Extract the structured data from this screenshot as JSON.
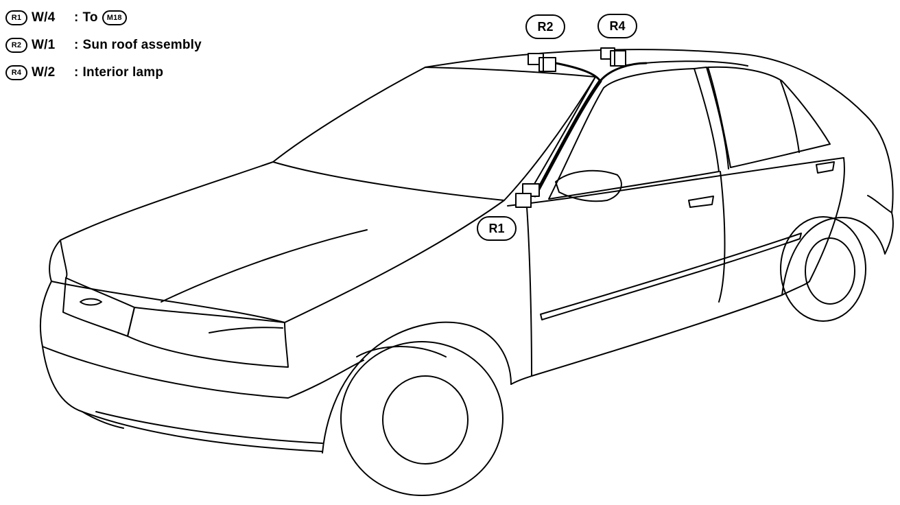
{
  "legend": [
    {
      "connector": "R1",
      "wire": "W/4",
      "description": "To",
      "ref": "M18"
    },
    {
      "connector": "R2",
      "wire": "W/1",
      "description": "Sun roof assembly"
    },
    {
      "connector": "R4",
      "wire": "W/2",
      "description": "Interior lamp"
    }
  ],
  "callouts": {
    "r1": "R1",
    "r2": "R2",
    "r4": "R4"
  },
  "colors": {
    "line": "#000000",
    "background": "#ffffff"
  }
}
